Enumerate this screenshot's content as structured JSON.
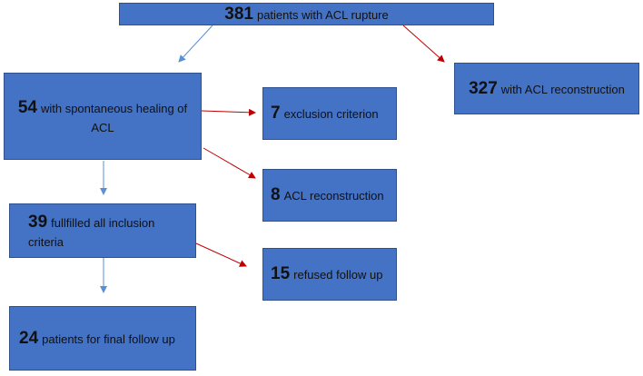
{
  "colors": {
    "box_fill": "#4472c4",
    "box_border": "#2f528f",
    "arrow_blue": "#5b8fd6",
    "arrow_red": "#c00000"
  },
  "nodes": {
    "total": {
      "count": "381",
      "label": "patients with ACL rupture"
    },
    "reconstruction": {
      "count": "327",
      "label": "with ACL reconstruction"
    },
    "spontaneous": {
      "count": "54",
      "label": "with spontaneous healing of ACL"
    },
    "exclusion": {
      "count": "7",
      "label": "exclusion criterion"
    },
    "acl_recon": {
      "count": "8",
      "label": "ACL reconstruction"
    },
    "inclusion": {
      "count": "39",
      "label": "fullfilled all inclusion criteria"
    },
    "refused": {
      "count": "15",
      "label": "refused follow up"
    },
    "final": {
      "count": "24",
      "label": "patients for final follow up"
    }
  }
}
